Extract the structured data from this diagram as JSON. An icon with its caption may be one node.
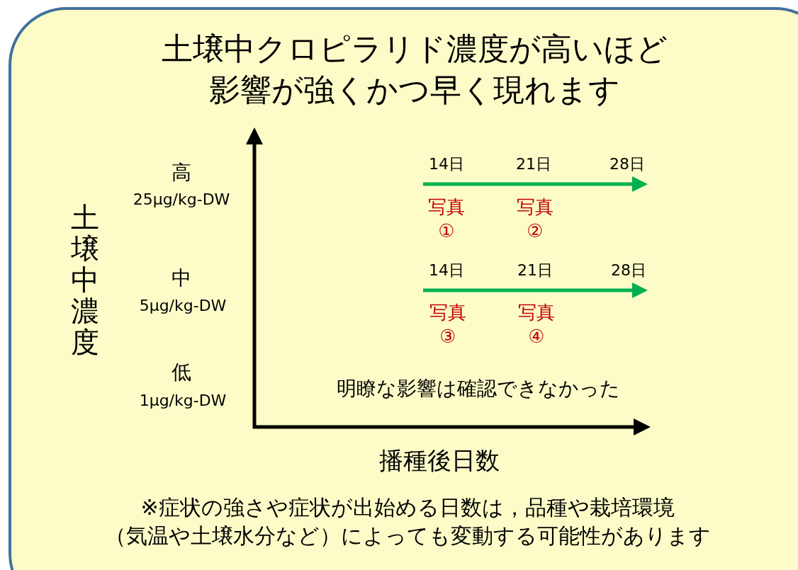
{
  "diagram": {
    "title": "土壌中クロピラリド濃度が高いほど影響が強くかつ早く現れます",
    "labels": [
      "土壌中濃度",
      "高",
      "25μg/kg-DW",
      "14日",
      "21日",
      "28日",
      "写真①",
      "写真②",
      "中",
      "5μg/kg-DW",
      "14日",
      "21日",
      "28日",
      "写真③",
      "写真④",
      "低",
      "1μg/kg-DW",
      "明瞭な影響は確認できなかった",
      "播種後日数",
      "※症状の強さや症状が出始める日数は，品種や栽培環境",
      "（気温や土壌水分など）によっても変動する可能性があります"
    ]
  }
}
